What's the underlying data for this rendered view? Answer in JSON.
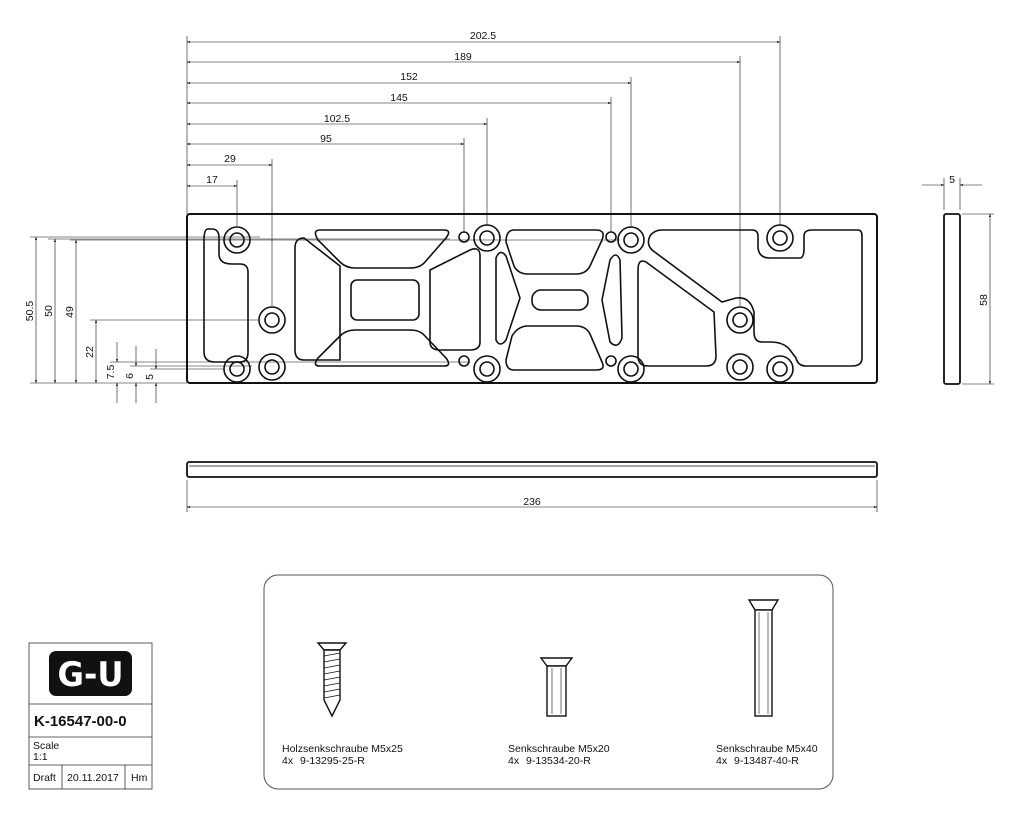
{
  "drawing": {
    "top_dims": [
      "202.5",
      "189",
      "152",
      "145",
      "102.5",
      "95",
      "29",
      "17"
    ],
    "left_dims": [
      "50.5",
      "50",
      "49",
      "22",
      "7.5",
      "6",
      "5"
    ],
    "side_dims": {
      "thickness": "5",
      "height": "58"
    },
    "bottom_dim": "236"
  },
  "screws": [
    {
      "name": "Holzsenkschraube M5x25",
      "qty": "4x",
      "code": "9-13295-25-R",
      "icon": "wood-countersunk-screw-icon"
    },
    {
      "name": "Senkschraube M5x20",
      "qty": "4x",
      "code": "9-13534-20-R",
      "icon": "countersunk-screw-short-icon"
    },
    {
      "name": "Senkschraube M5x40",
      "qty": "4x",
      "code": "9-13487-40-R",
      "icon": "countersunk-screw-long-icon"
    }
  ],
  "title_block": {
    "logo": "G-U",
    "part_number": "K-16547-00-0",
    "scale_label": "Scale",
    "scale_value": "1:1",
    "status": "Draft",
    "date": "20.11.2017",
    "author": "Hm"
  }
}
